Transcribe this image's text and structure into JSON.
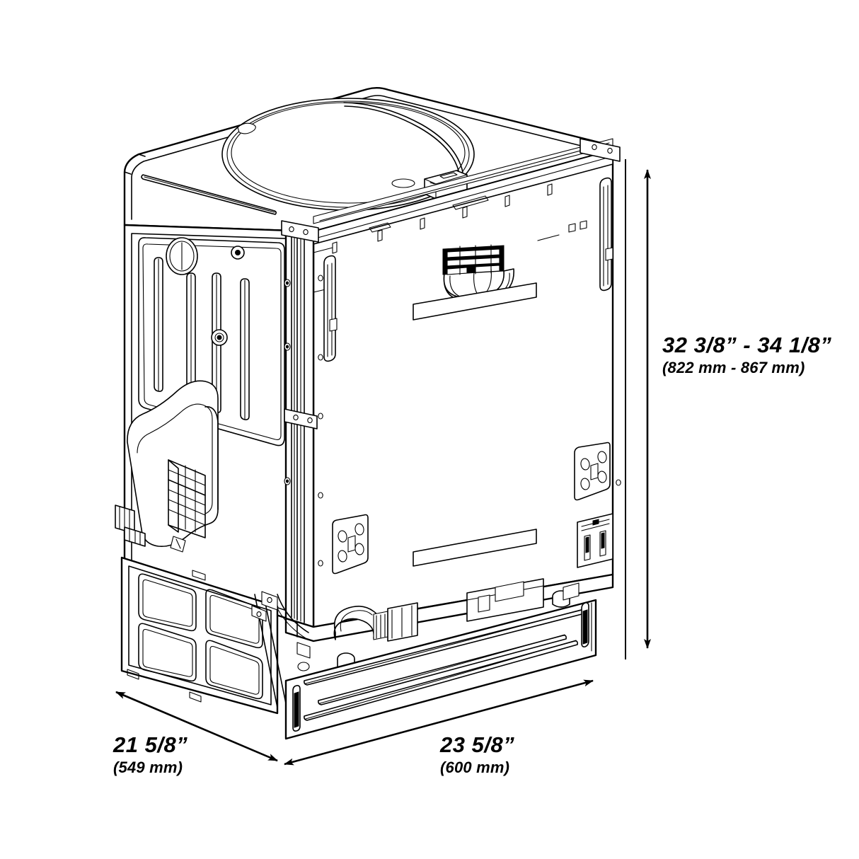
{
  "drawing": {
    "title": "Built-in Dishwasher Dimension Diagram",
    "subject": "dishwasher",
    "view": "isometric rear three-quarter",
    "line_color": "#000000",
    "fill_color": "#ffffff",
    "background": "#ffffff"
  },
  "dimensions": {
    "height": {
      "name": "height",
      "imperial": "32 3/8” - 34 1/8”",
      "metric": "(822 mm - 867 mm)",
      "orientation": "vertical",
      "arrow": "double-headed"
    },
    "depth": {
      "name": "depth",
      "imperial": "21 5/8”",
      "metric": "(549 mm)",
      "orientation": "diagonal-left",
      "arrow": "double-headed"
    },
    "width": {
      "name": "width",
      "imperial": "23 5/8”",
      "metric": "(600 mm)",
      "orientation": "diagonal-right",
      "arrow": "double-headed"
    }
  },
  "parts": {
    "top_panel": "top-panel",
    "circular_recess": "circular-recess",
    "side_panel": "left-side-panel",
    "front_panel": "front-panel",
    "vent_grille": "vent-grille",
    "toe_kick": "toe-kick-panel",
    "lower_access_panel": "lower-access-panel",
    "mounting_plate_left": "mounting-plate-left",
    "mounting_plate_right": "mounting-plate-right",
    "terminal_block": "terminal-block",
    "corner_bracket": "corner-bracket",
    "door_rail": "door-rail",
    "drain_pump": "drain-pump"
  }
}
